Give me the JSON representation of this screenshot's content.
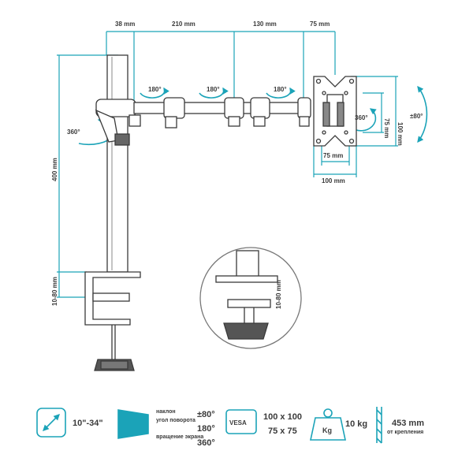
{
  "dimensions": {
    "top": [
      "38 mm",
      "210 mm",
      "130 mm",
      "75 mm"
    ],
    "height": "400 mm",
    "clamp_range": "10-80 mm",
    "vesa_height": "100 mm",
    "vesa_inner_height": "75 mm",
    "vesa_inner_width": "75 mm",
    "vesa_width": "100 mm",
    "tilt": "±80°",
    "arm_rotation": "360°",
    "screen_rotation": "360°",
    "joint_rotation": [
      "180°",
      "180°",
      "180°"
    ]
  },
  "specs": {
    "screen_size": "10\"-34\"",
    "tilt_label": "наклон",
    "rotation_label": "угол поворота",
    "screen_rotation_label": "вращение экрана",
    "tilt_value": "±80°",
    "rotation_value": "180°",
    "screen_rotation_value": "360°",
    "vesa_badge": "VESA",
    "vesa_sizes": [
      "100 x 100",
      "75 x 75"
    ],
    "weight_badge": "Kg",
    "weight": "10 kg",
    "reach": "453 mm",
    "reach_note": "от крепления"
  },
  "colors": {
    "accent": "#1ba3b8",
    "line": "#3a3a3a",
    "metal": "#ffffff"
  }
}
